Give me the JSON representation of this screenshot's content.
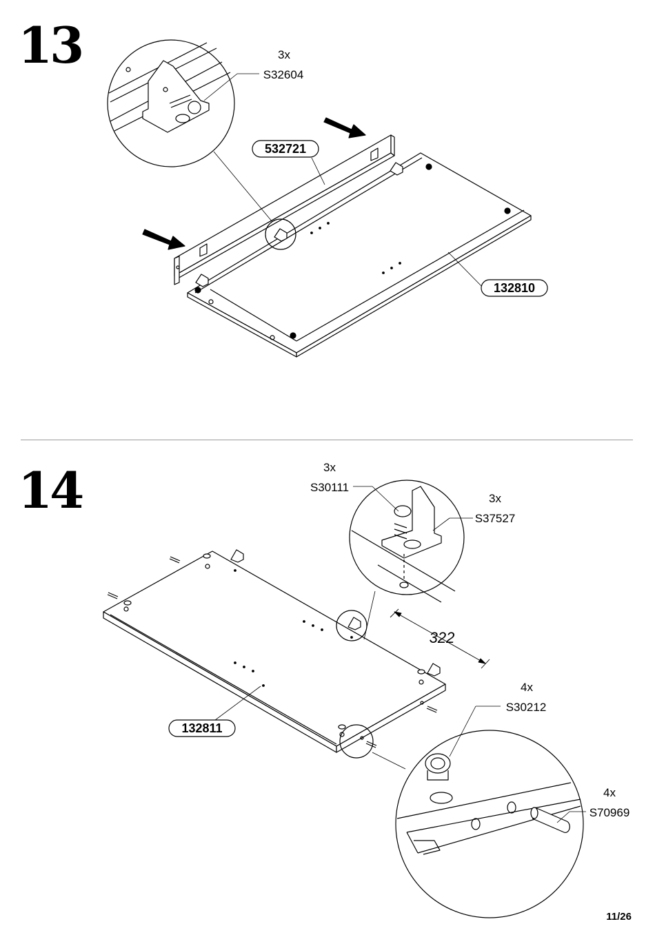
{
  "steps": [
    {
      "number": "13",
      "parts": [
        {
          "qty": "3x",
          "code": "S32604"
        }
      ],
      "panels": [
        {
          "code": "532721"
        },
        {
          "code": "132810"
        }
      ]
    },
    {
      "number": "14",
      "parts": [
        {
          "qty": "3x",
          "code": "S30111"
        },
        {
          "qty": "3x",
          "code": "S37527"
        },
        {
          "qty": "4x",
          "code": "S30212"
        },
        {
          "qty": "4x",
          "code": "S70969"
        }
      ],
      "panels": [
        {
          "code": "132811"
        }
      ],
      "dimension": "322"
    }
  ],
  "page": "11/26"
}
